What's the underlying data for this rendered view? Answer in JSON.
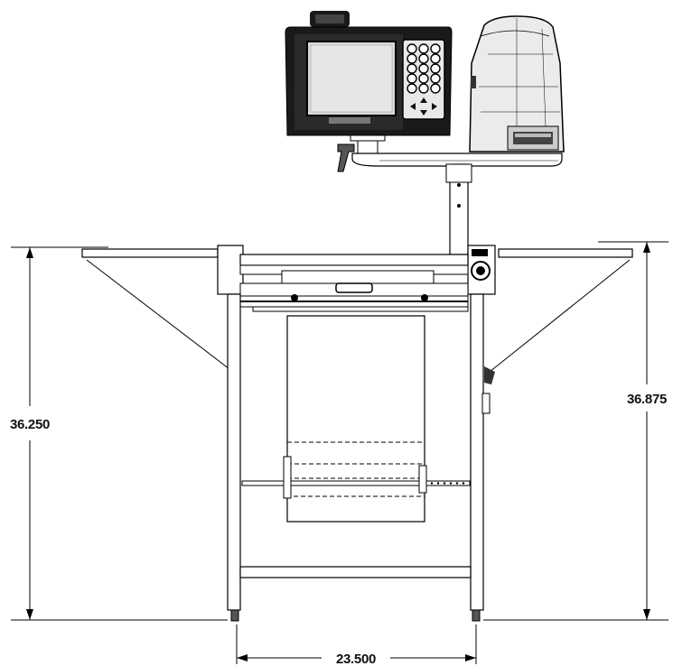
{
  "dimensions": {
    "left_height": "36.250",
    "right_height": "36.875",
    "bottom_width": "23.500"
  },
  "components": {
    "terminal": {
      "icon": "terminal-icon"
    },
    "printer": {
      "icon": "printer-icon"
    },
    "workstation_table": {
      "icon": "table-icon"
    }
  },
  "colors": {
    "line": "#000000",
    "body": "#1a1a1a",
    "screen": "#d8d8d8",
    "printer": "#ebebeb"
  }
}
